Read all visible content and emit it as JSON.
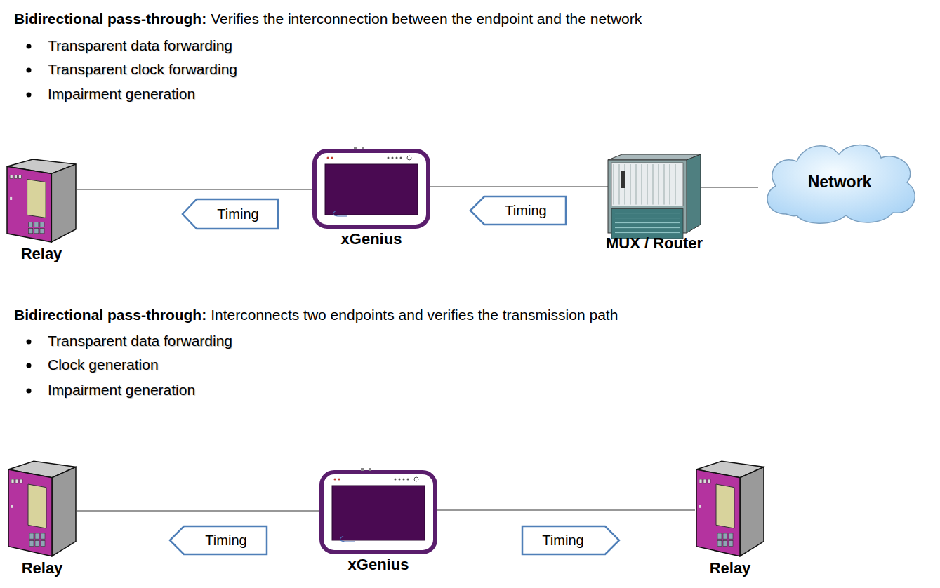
{
  "diagram": {
    "nodes": [
      {
        "text": [
          "Relay"
        ]
      },
      {
        "text": [
          "xGenius"
        ]
      },
      {
        "text": [
          "MUX / Router"
        ]
      },
      {
        "text": [
          "Network"
        ]
      },
      {
        "text": [
          "Timing"
        ]
      },
      {
        "text": [
          "Timing"
        ]
      },
      {
        "text": [
          "Relay"
        ]
      },
      {
        "text": [
          "xGenius"
        ]
      },
      {
        "text": [
          "Relay"
        ]
      },
      {
        "text": [
          "Timing"
        ]
      },
      {
        "text": [
          "Timing"
        ]
      }
    ],
    "edges": [
      {
        "from": 0,
        "to": 1,
        "arrow": "none"
      },
      {
        "from": 1,
        "to": 2,
        "arrow": "none"
      },
      {
        "from": 2,
        "to": 3,
        "arrow": "none"
      },
      {
        "from": 6,
        "to": 7,
        "arrow": "none"
      },
      {
        "from": 7,
        "to": 8,
        "arrow": "none"
      }
    ],
    "labels": [
      "Bidirectional pass-through:",
      "Verifies the interconnection between the endpoint and the network",
      "Transparent data forwarding",
      "Transparent clock forwarding",
      "Impairment generation",
      "Bidirectional pass-through:",
      "Interconnects two endpoints and verifies the transmission path",
      "Transparent data forwarding",
      "Clock generation",
      "Impairment generation"
    ]
  }
}
